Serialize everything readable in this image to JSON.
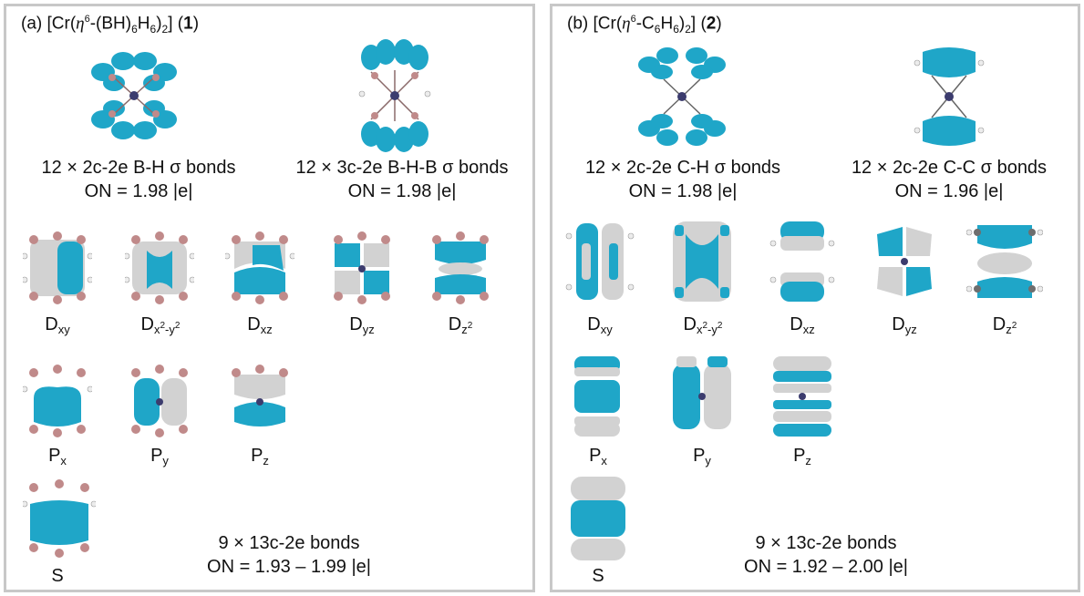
{
  "colors": {
    "lobe_positive": "#1fa6c8",
    "lobe_negative": "#d2d2d2",
    "boron": "#c08a8a",
    "hydrogen": "#ececec",
    "carbon": "#6e6e6e",
    "chromium": "#3c3c6e",
    "frame": "#c8c8c8"
  },
  "panel_a": {
    "title": {
      "prefix": "(a) [Cr(",
      "eta": "η",
      "eta_sup": "6",
      "mid": "-(BH)",
      "sub1": "6",
      "mid2": "H",
      "sub2": "6",
      "close": ")",
      "sub3": "2",
      "suffix": "] (",
      "num": "1",
      "end": ")"
    },
    "sigma1": {
      "caption": "12 × 2c-2e B-H σ bonds",
      "on": "ON = 1.98 |e|"
    },
    "sigma2": {
      "caption": "12 × 3c-2e B-H-B σ bonds",
      "on": "ON = 1.98 |e|"
    },
    "d_labels": [
      "D",
      "D",
      "D",
      "D",
      "D"
    ],
    "d_subs": [
      "xy",
      "x",
      "2",
      "-y",
      "2",
      "xz",
      "yz",
      "z",
      "2"
    ],
    "p_labels": [
      "P",
      "P",
      "P"
    ],
    "p_subs": [
      "x",
      "y",
      "z"
    ],
    "s_label": "S",
    "bonds": {
      "caption": "9 × 13c-2e bonds",
      "on": "ON = 1.93 – 1.99 |e|"
    }
  },
  "panel_b": {
    "title": {
      "prefix": "(b) [Cr(",
      "eta": "η",
      "eta_sup": "6",
      "mid": "-C",
      "sub1": "6",
      "mid2": "H",
      "sub2": "6",
      "close": ")",
      "sub3": "2",
      "suffix": "] (",
      "num": "2",
      "end": ")"
    },
    "sigma1": {
      "caption": "12 × 2c-2e C-H σ bonds",
      "on": "ON = 1.98 |e|"
    },
    "sigma2": {
      "caption": "12 × 2c-2e C-C σ bonds",
      "on": "ON = 1.96 |e|"
    },
    "s_label": "S",
    "bonds": {
      "caption": "9 × 13c-2e bonds",
      "on": "ON = 1.92 – 2.00 |e|"
    }
  }
}
